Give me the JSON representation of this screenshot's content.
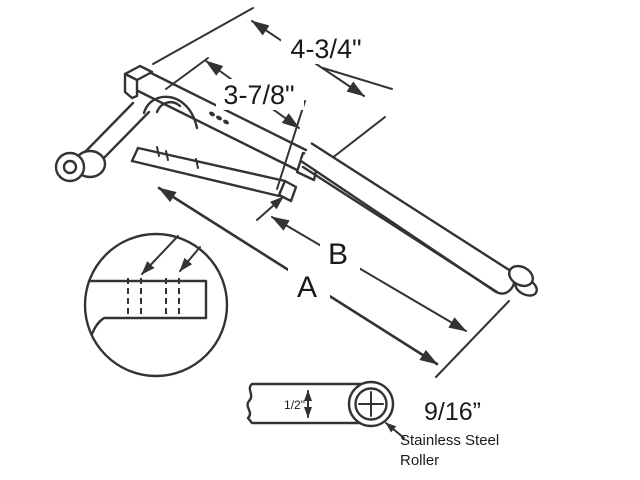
{
  "labels": {
    "dim_top": "4-3/4\"",
    "dim_mid": "3-7/8\"",
    "dim_b": "B",
    "dim_a": "A",
    "dim_half": "1/2\"",
    "dim_roller": "9/16”",
    "note_line1": "Stainless Steel",
    "note_line2": "Roller"
  },
  "colors": {
    "line": "#333333",
    "text": "#1a1a1a",
    "background": "#ffffff"
  }
}
